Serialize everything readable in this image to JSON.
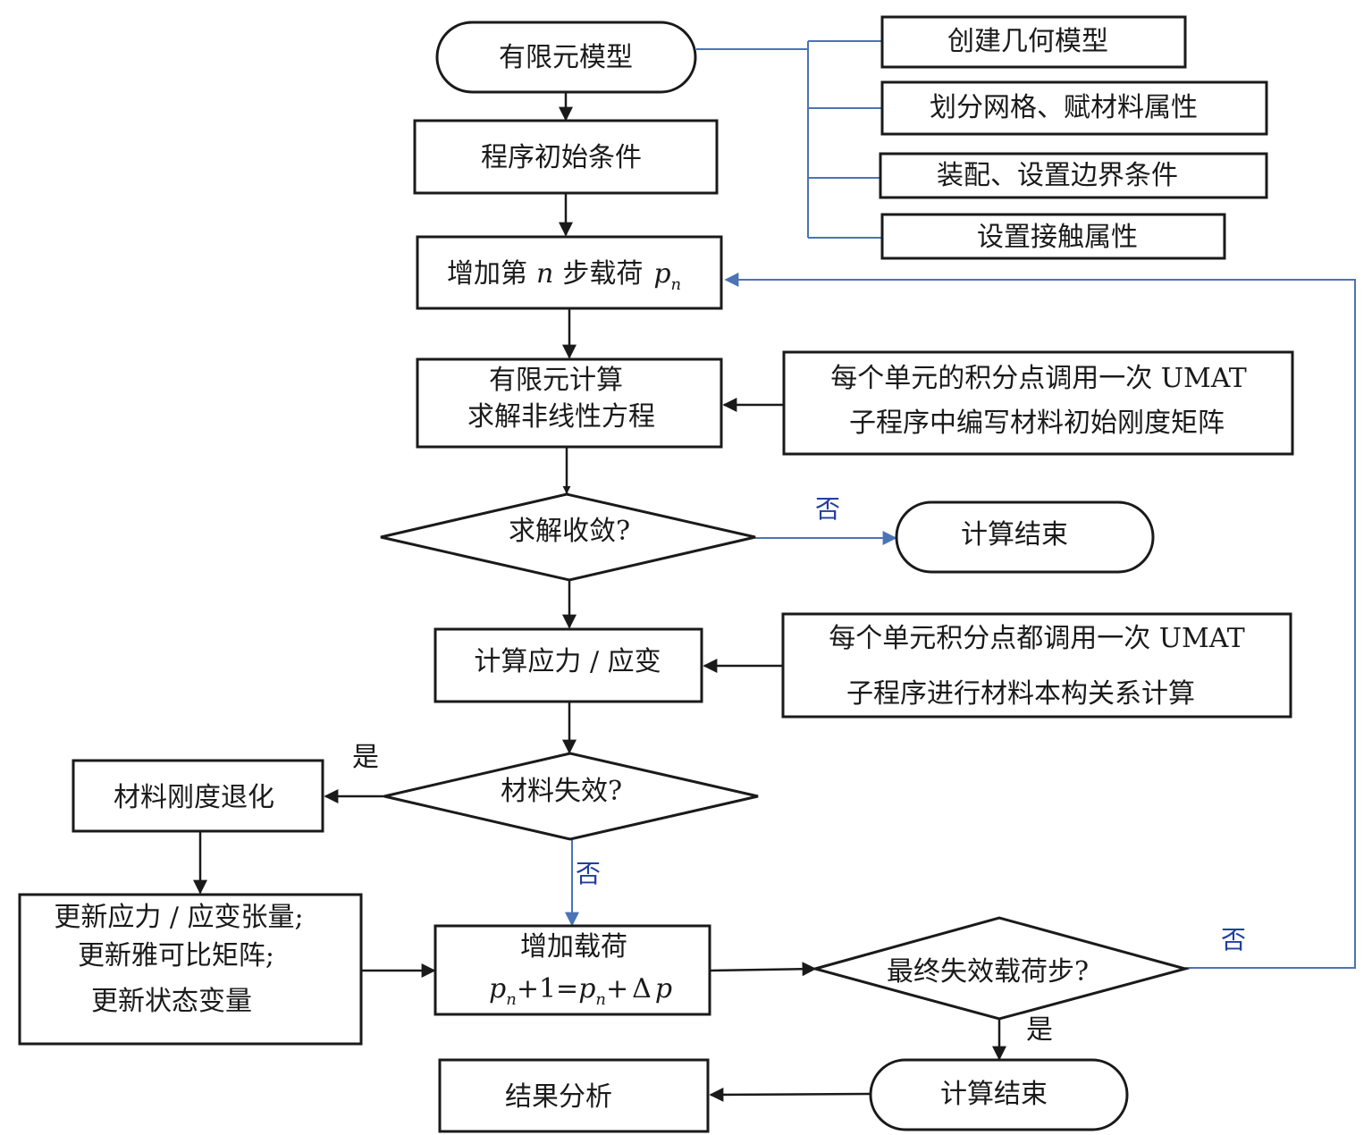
{
  "nodes": {
    "fem_model": "有限元模型",
    "sub1": "创建几何模型",
    "sub2": "划分网格、赋材料属性",
    "sub3": "装配、设置边界条件",
    "sub4": "设置接触属性",
    "init": "程序初始条件",
    "load_step_prefix": "增加第",
    "load_step_n": "n",
    "load_step_mid": "步载荷",
    "load_step_p": "p",
    "load_step_sub": "n",
    "fem_calc_line1": "有限元计算",
    "fem_calc_line2": "求解非线性方程",
    "umat1_line1": "每个单元的积分点调用一次 UMAT",
    "umat1_line2": "子程序中编写材料初始刚度矩阵",
    "converge": "求解收敛?",
    "end1": "计算结束",
    "stress": "计算应力 / 应变",
    "umat2_line1": "每个单元积分点都调用一次 UMAT",
    "umat2_line2": "子程序进行材料本构关系计算",
    "failure": "材料失效?",
    "degrade": "材料刚度退化",
    "update_line1": "更新应力 / 应变张量;",
    "update_line2": "更新雅可比矩阵;",
    "update_line3": "更新状态变量",
    "inc_line1": "增加载荷",
    "inc_p1": "p",
    "inc_sub1": "n",
    "inc_mid": "+1=",
    "inc_p2": "p",
    "inc_sub2": "n",
    "inc_plus": "+",
    "inc_delta": "Δ",
    "inc_p3": "p",
    "final_step": "最终失效载荷步?",
    "end2": "计算结束",
    "result": "结果分析"
  },
  "labels": {
    "no_converge": "否",
    "yes_failure": "是",
    "no_failure": "否",
    "no_final": "否",
    "yes_final": "是"
  }
}
